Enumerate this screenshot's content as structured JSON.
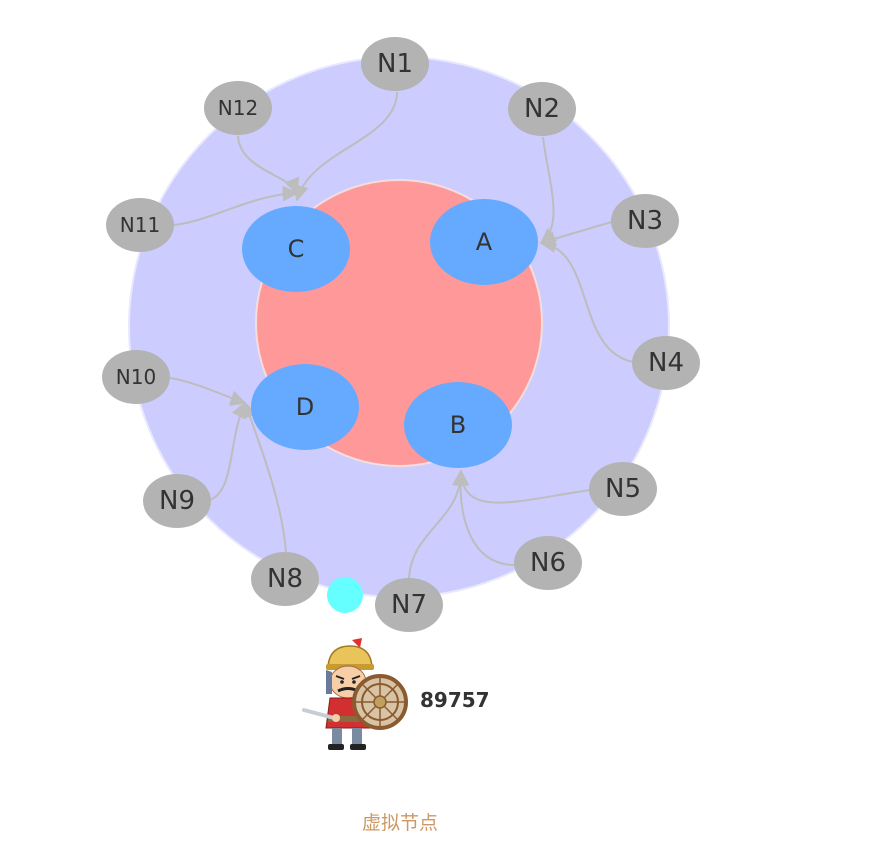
{
  "diagram": {
    "physical_nodes": [
      {
        "id": "A",
        "label": "A"
      },
      {
        "id": "B",
        "label": "B"
      },
      {
        "id": "C",
        "label": "C"
      },
      {
        "id": "D",
        "label": "D"
      }
    ],
    "virtual_nodes": [
      {
        "id": "N1",
        "label": "N1",
        "target": "C"
      },
      {
        "id": "N2",
        "label": "N2",
        "target": "A"
      },
      {
        "id": "N3",
        "label": "N3",
        "target": "A"
      },
      {
        "id": "N4",
        "label": "N4",
        "target": "A"
      },
      {
        "id": "N5",
        "label": "N5",
        "target": "B"
      },
      {
        "id": "N6",
        "label": "N6",
        "target": "B"
      },
      {
        "id": "N7",
        "label": "N7",
        "target": "B"
      },
      {
        "id": "N8",
        "label": "N8",
        "target": "D"
      },
      {
        "id": "N9",
        "label": "N9",
        "target": "D"
      },
      {
        "id": "N10",
        "label": "N10",
        "target": "D"
      },
      {
        "id": "N11",
        "label": "N11",
        "target": "C"
      },
      {
        "id": "N12",
        "label": "N12",
        "target": "C"
      }
    ],
    "key_value": "89757",
    "caption": "虚拟节点"
  },
  "colors": {
    "outer_ring": "#ccccff",
    "inner_ring": "#ff9999",
    "physical_node": "#66aaff",
    "virtual_node": "#b3b3b3",
    "edge": "#bdbdbd",
    "dot": "#66ffff",
    "caption": "#cc9966"
  },
  "icons": {
    "avatar": "warrior-with-shield-icon"
  }
}
